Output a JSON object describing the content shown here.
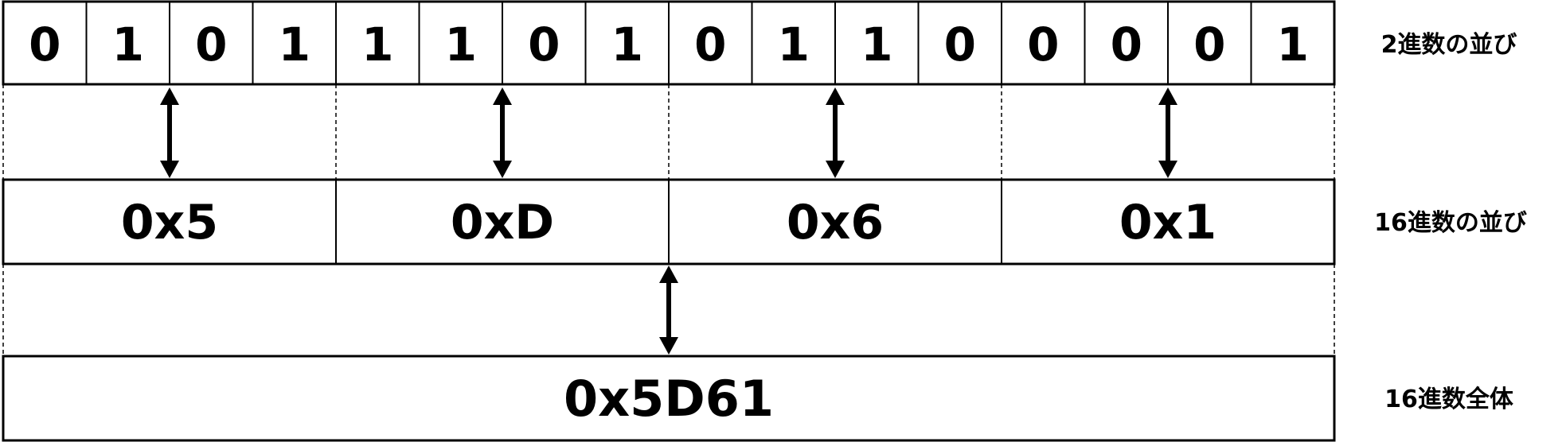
{
  "binary_row": {
    "label": "2進数の並び",
    "bits": [
      "0",
      "1",
      "0",
      "1",
      "1",
      "1",
      "0",
      "1",
      "0",
      "1",
      "1",
      "0",
      "0",
      "0",
      "0",
      "1"
    ]
  },
  "hex_row": {
    "label": "16進数の並び",
    "digits": [
      "0x5",
      "0xD",
      "0x6",
      "0x1"
    ]
  },
  "whole_row": {
    "label": "16進数全体",
    "value": "0x5D61"
  }
}
